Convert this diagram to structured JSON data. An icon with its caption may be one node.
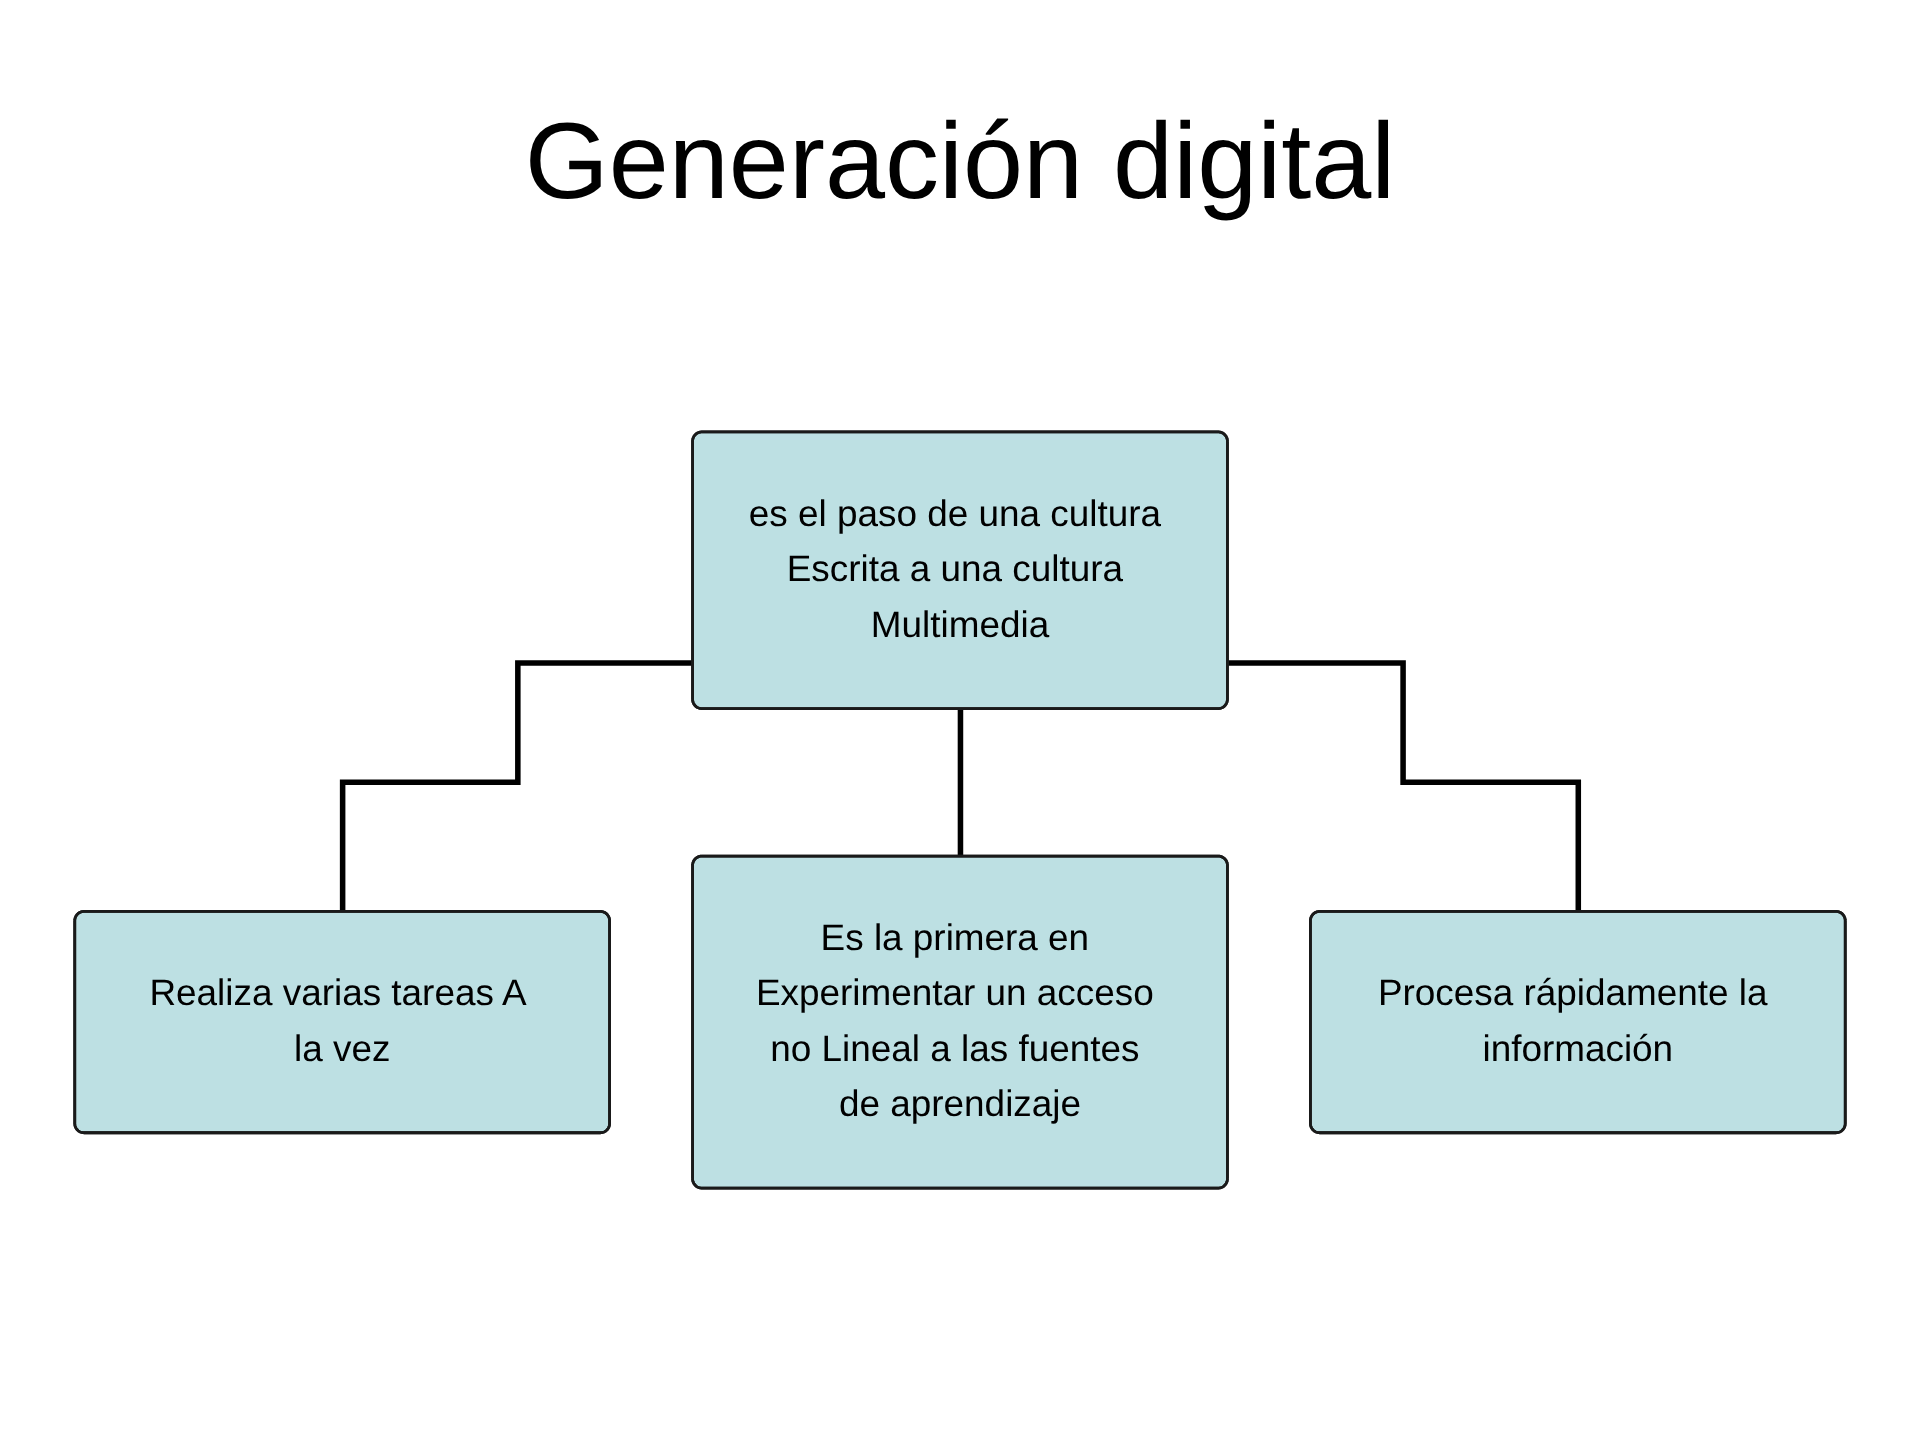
{
  "diagram": {
    "title": "Generación digital",
    "nodes": [
      {
        "text": [
          "es el paso de una cultura Escrita a una cultura Multimedia"
        ]
      },
      {
        "text": [
          "Realiza varias tareas A la vez"
        ]
      },
      {
        "text": [
          "Es la primera en Experimentar un acceso no Lineal a las fuentes de aprendizaje"
        ]
      },
      {
        "text": [
          "Procesa rápidamente la información"
        ]
      }
    ],
    "edges": [
      {
        "from": 0,
        "to": 1,
        "arrow": "none"
      },
      {
        "from": 0,
        "to": 2,
        "arrow": "none"
      },
      {
        "from": 0,
        "to": 3,
        "arrow": "none"
      }
    ]
  }
}
